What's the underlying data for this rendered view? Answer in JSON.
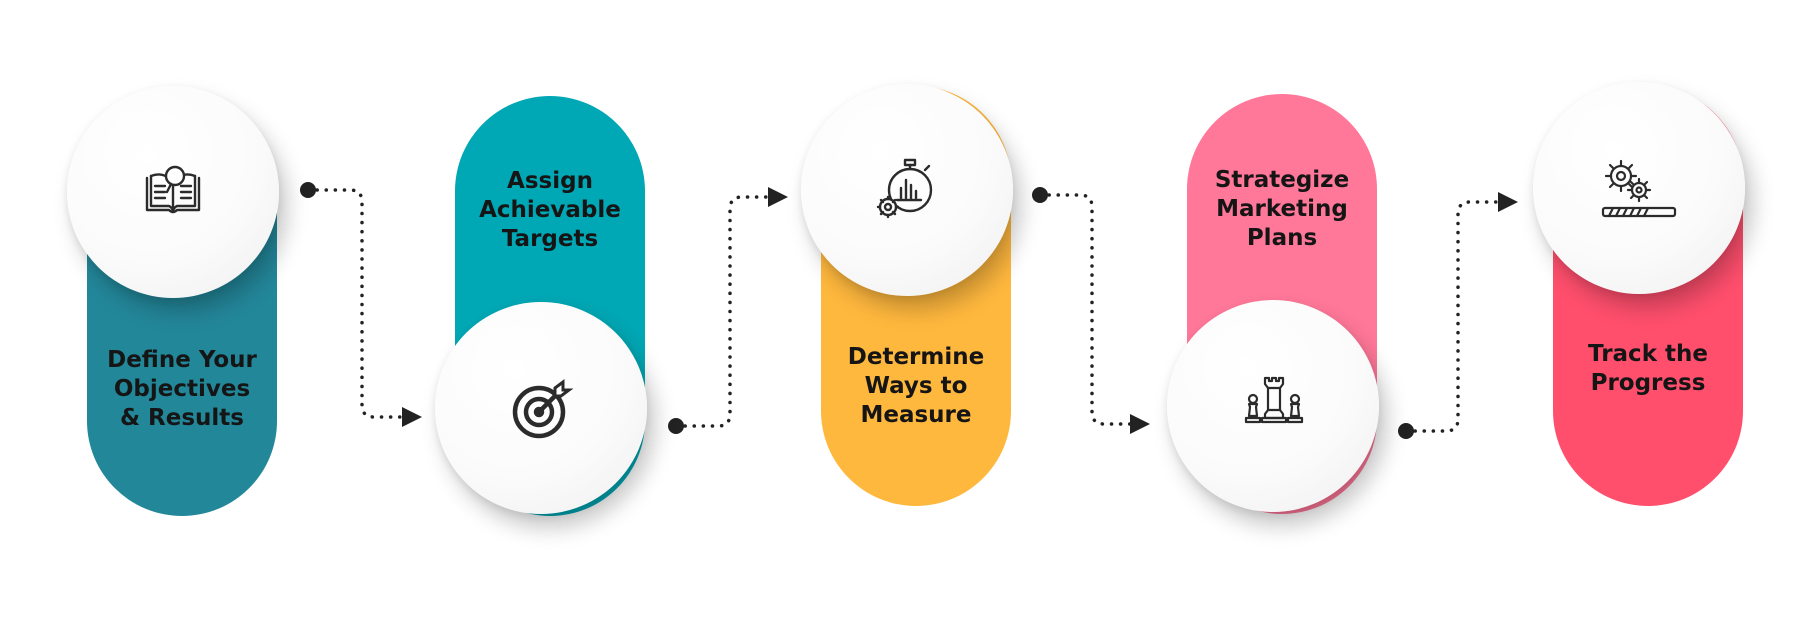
{
  "steps": [
    {
      "label": "Define Your\nObjectives\n& Results",
      "color": "#23879a",
      "icon": "book-magnifier-icon"
    },
    {
      "label": "Assign\nAchievable\nTargets",
      "color": "#00a7b4",
      "icon": "target-arrow-icon"
    },
    {
      "label": "Determine\nWays to\nMeasure",
      "color": "#ffb83e",
      "icon": "stopwatch-chart-icon"
    },
    {
      "label": "Strategize\nMarketing\nPlans",
      "color": "#ff7799",
      "icon": "chess-pieces-icon"
    },
    {
      "label": "Track the\nProgress",
      "color": "#ff4f6d",
      "icon": "gears-progress-icon"
    }
  ]
}
